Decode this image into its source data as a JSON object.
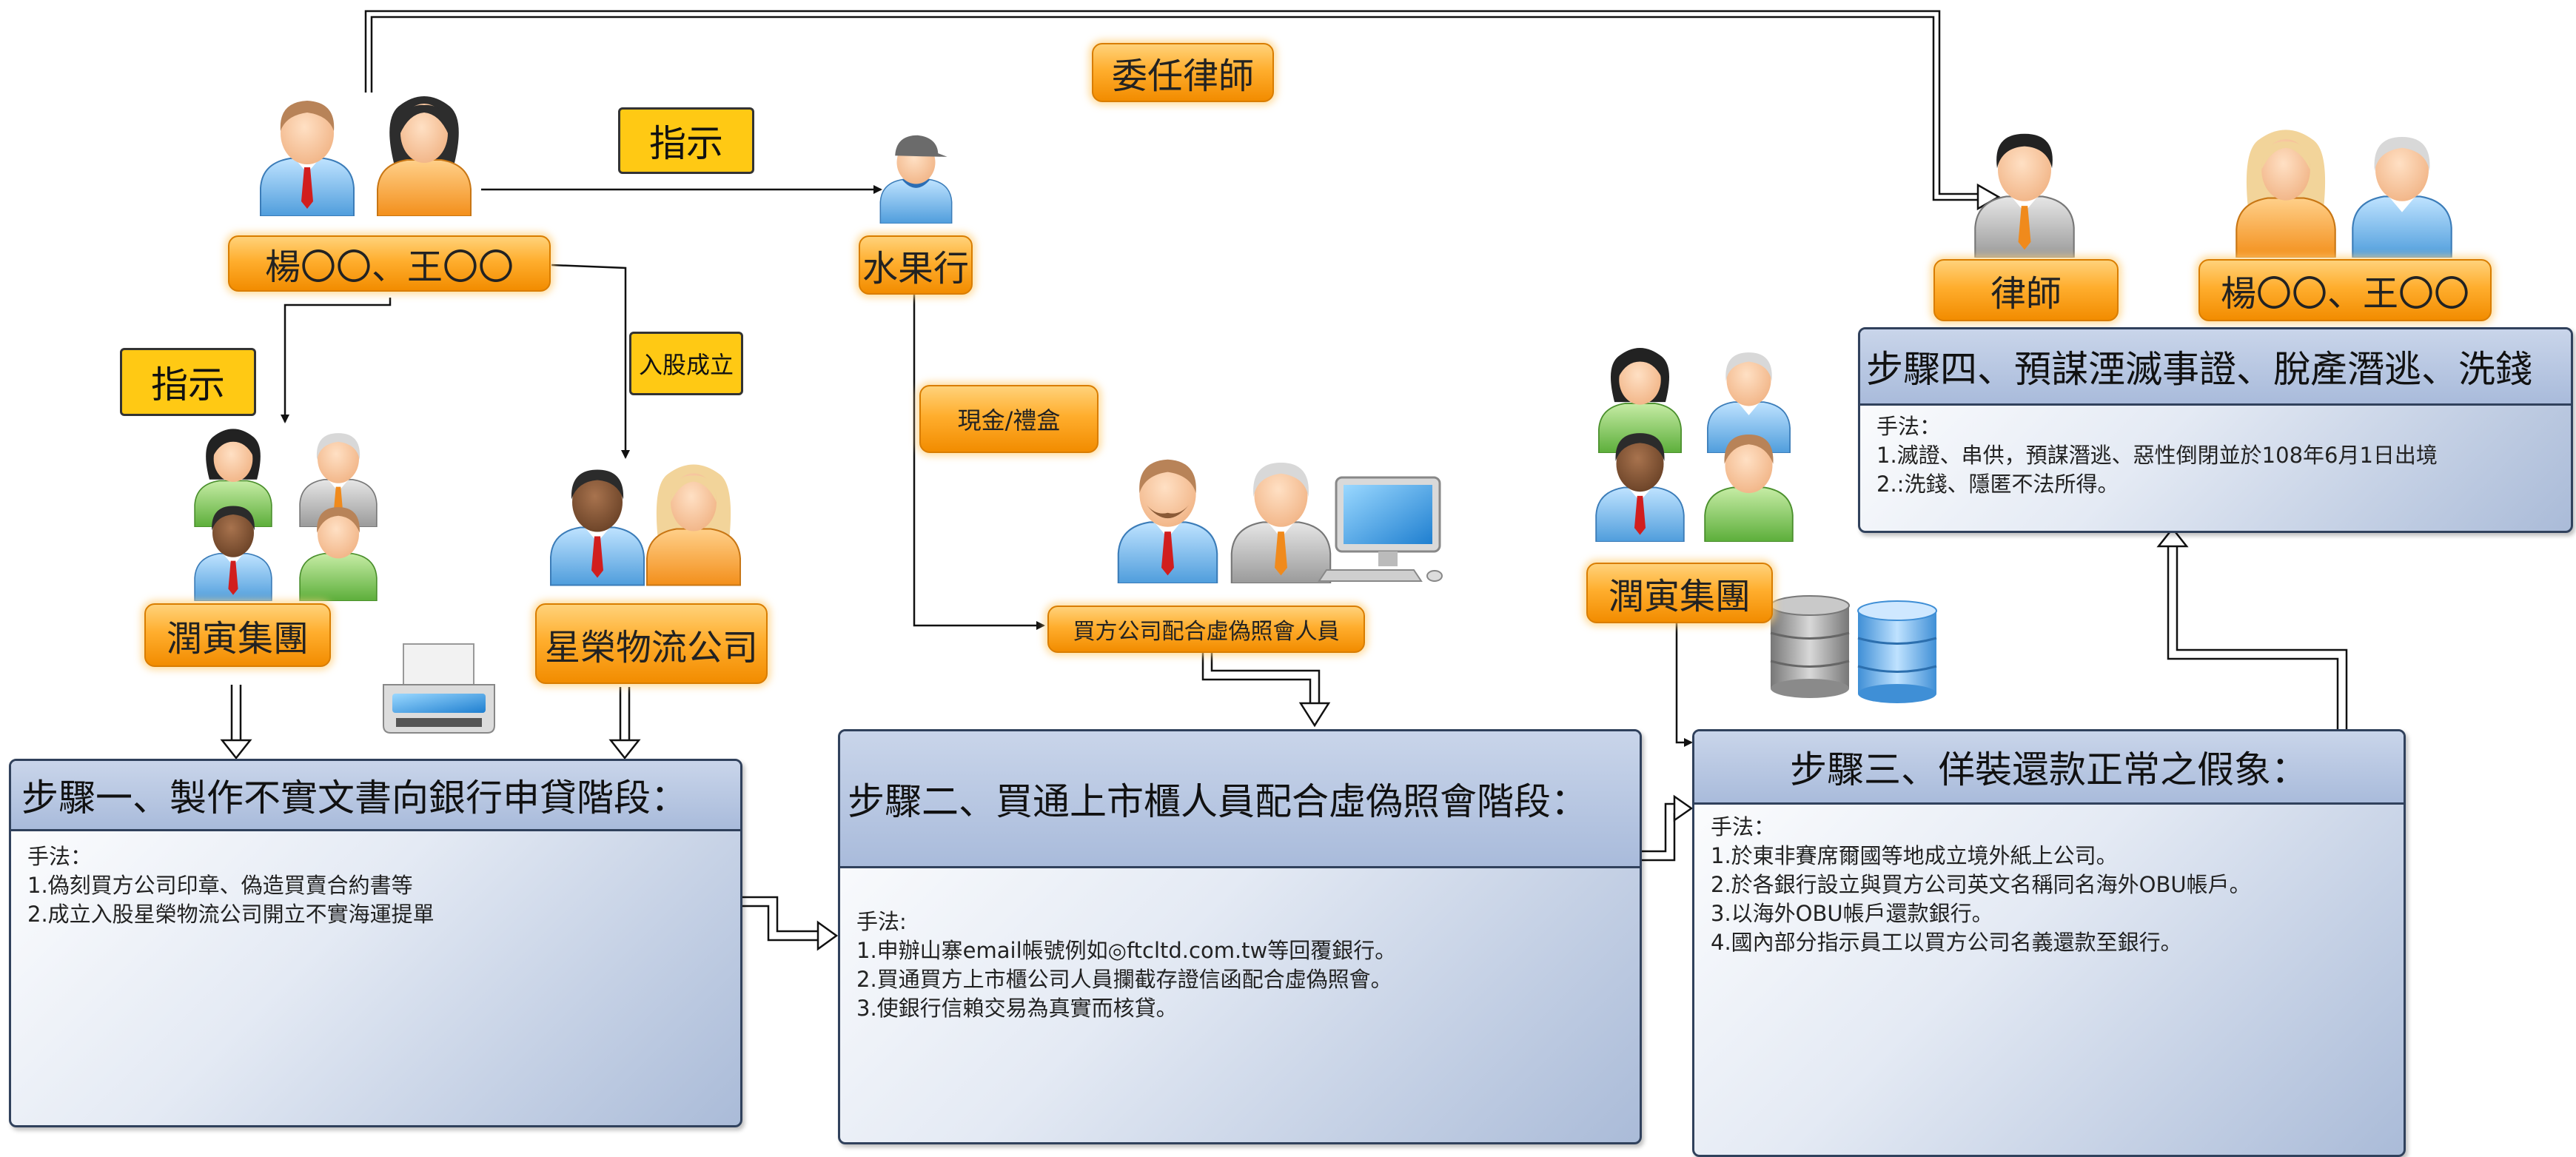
{
  "labels": {
    "delegate_lawyer": "委任律師",
    "instruct_top": "指示",
    "instruct_left": "指示",
    "yang_wang_left": "楊〇〇、王〇〇",
    "fruit_shop": "水果行",
    "join_shares": "入股成立",
    "cash_gift": "現金/禮盒",
    "runyin_left": "潤寅集團",
    "xingrong": "星榮物流公司",
    "buyer_staff": "買方公司配合虛偽照會人員",
    "runyin_right": "潤寅集團",
    "lawyer": "律師",
    "yang_wang_right": "楊〇〇、王〇〇"
  },
  "steps": {
    "step1": {
      "title": "步驟一、製作不實文書向銀行申貸階段：",
      "method_label": "手法：",
      "items": [
        "1.偽刻買方公司印章、偽造買賣合約書等",
        "2.成立入股星榮物流公司開立不實海運提單"
      ]
    },
    "step2": {
      "title": "步驟二、買通上市櫃人員配合虛偽照會階段：",
      "method_label": "手法:",
      "items": [
        "1.申辦山寨email帳號例如◎ftcltd.com.tw等回覆銀行。",
        "2.買通買方上市櫃公司人員攔截存證信函配合虛偽照會。",
        "3.使銀行信賴交易為真實而核貸。"
      ]
    },
    "step3": {
      "title": "步驟三、佯裝還款正常之假象：",
      "method_label": "手法：",
      "items": [
        "1.於東非賽席爾國等地成立境外紙上公司。",
        "2.於各銀行設立與買方公司英文名稱同名海外OBU帳戶。",
        "3.以海外OBU帳戶還款銀行。",
        "4.國內部分指示員工以買方公司名義還款至銀行。"
      ]
    },
    "step4": {
      "title": "步驟四、預謀湮滅事證、脫產潛逃、洗錢",
      "method_label": "手法：",
      "items": [
        "1.滅證、串供，預謀潛逃、惡性倒閉並於108年6月1日出境",
        "2.:洗錢、隱匿不法所得。"
      ]
    }
  },
  "icons": {
    "people": "person-avatar-icon",
    "printer": "printer-icon",
    "computer": "desktop-computer-icon",
    "database": "database-icon"
  },
  "colors": {
    "orange_label": "#ffae2e",
    "yellow_label": "#ffc914",
    "step_header": "#a9bbdb",
    "step_border": "#30415c",
    "connector": "#111111"
  }
}
